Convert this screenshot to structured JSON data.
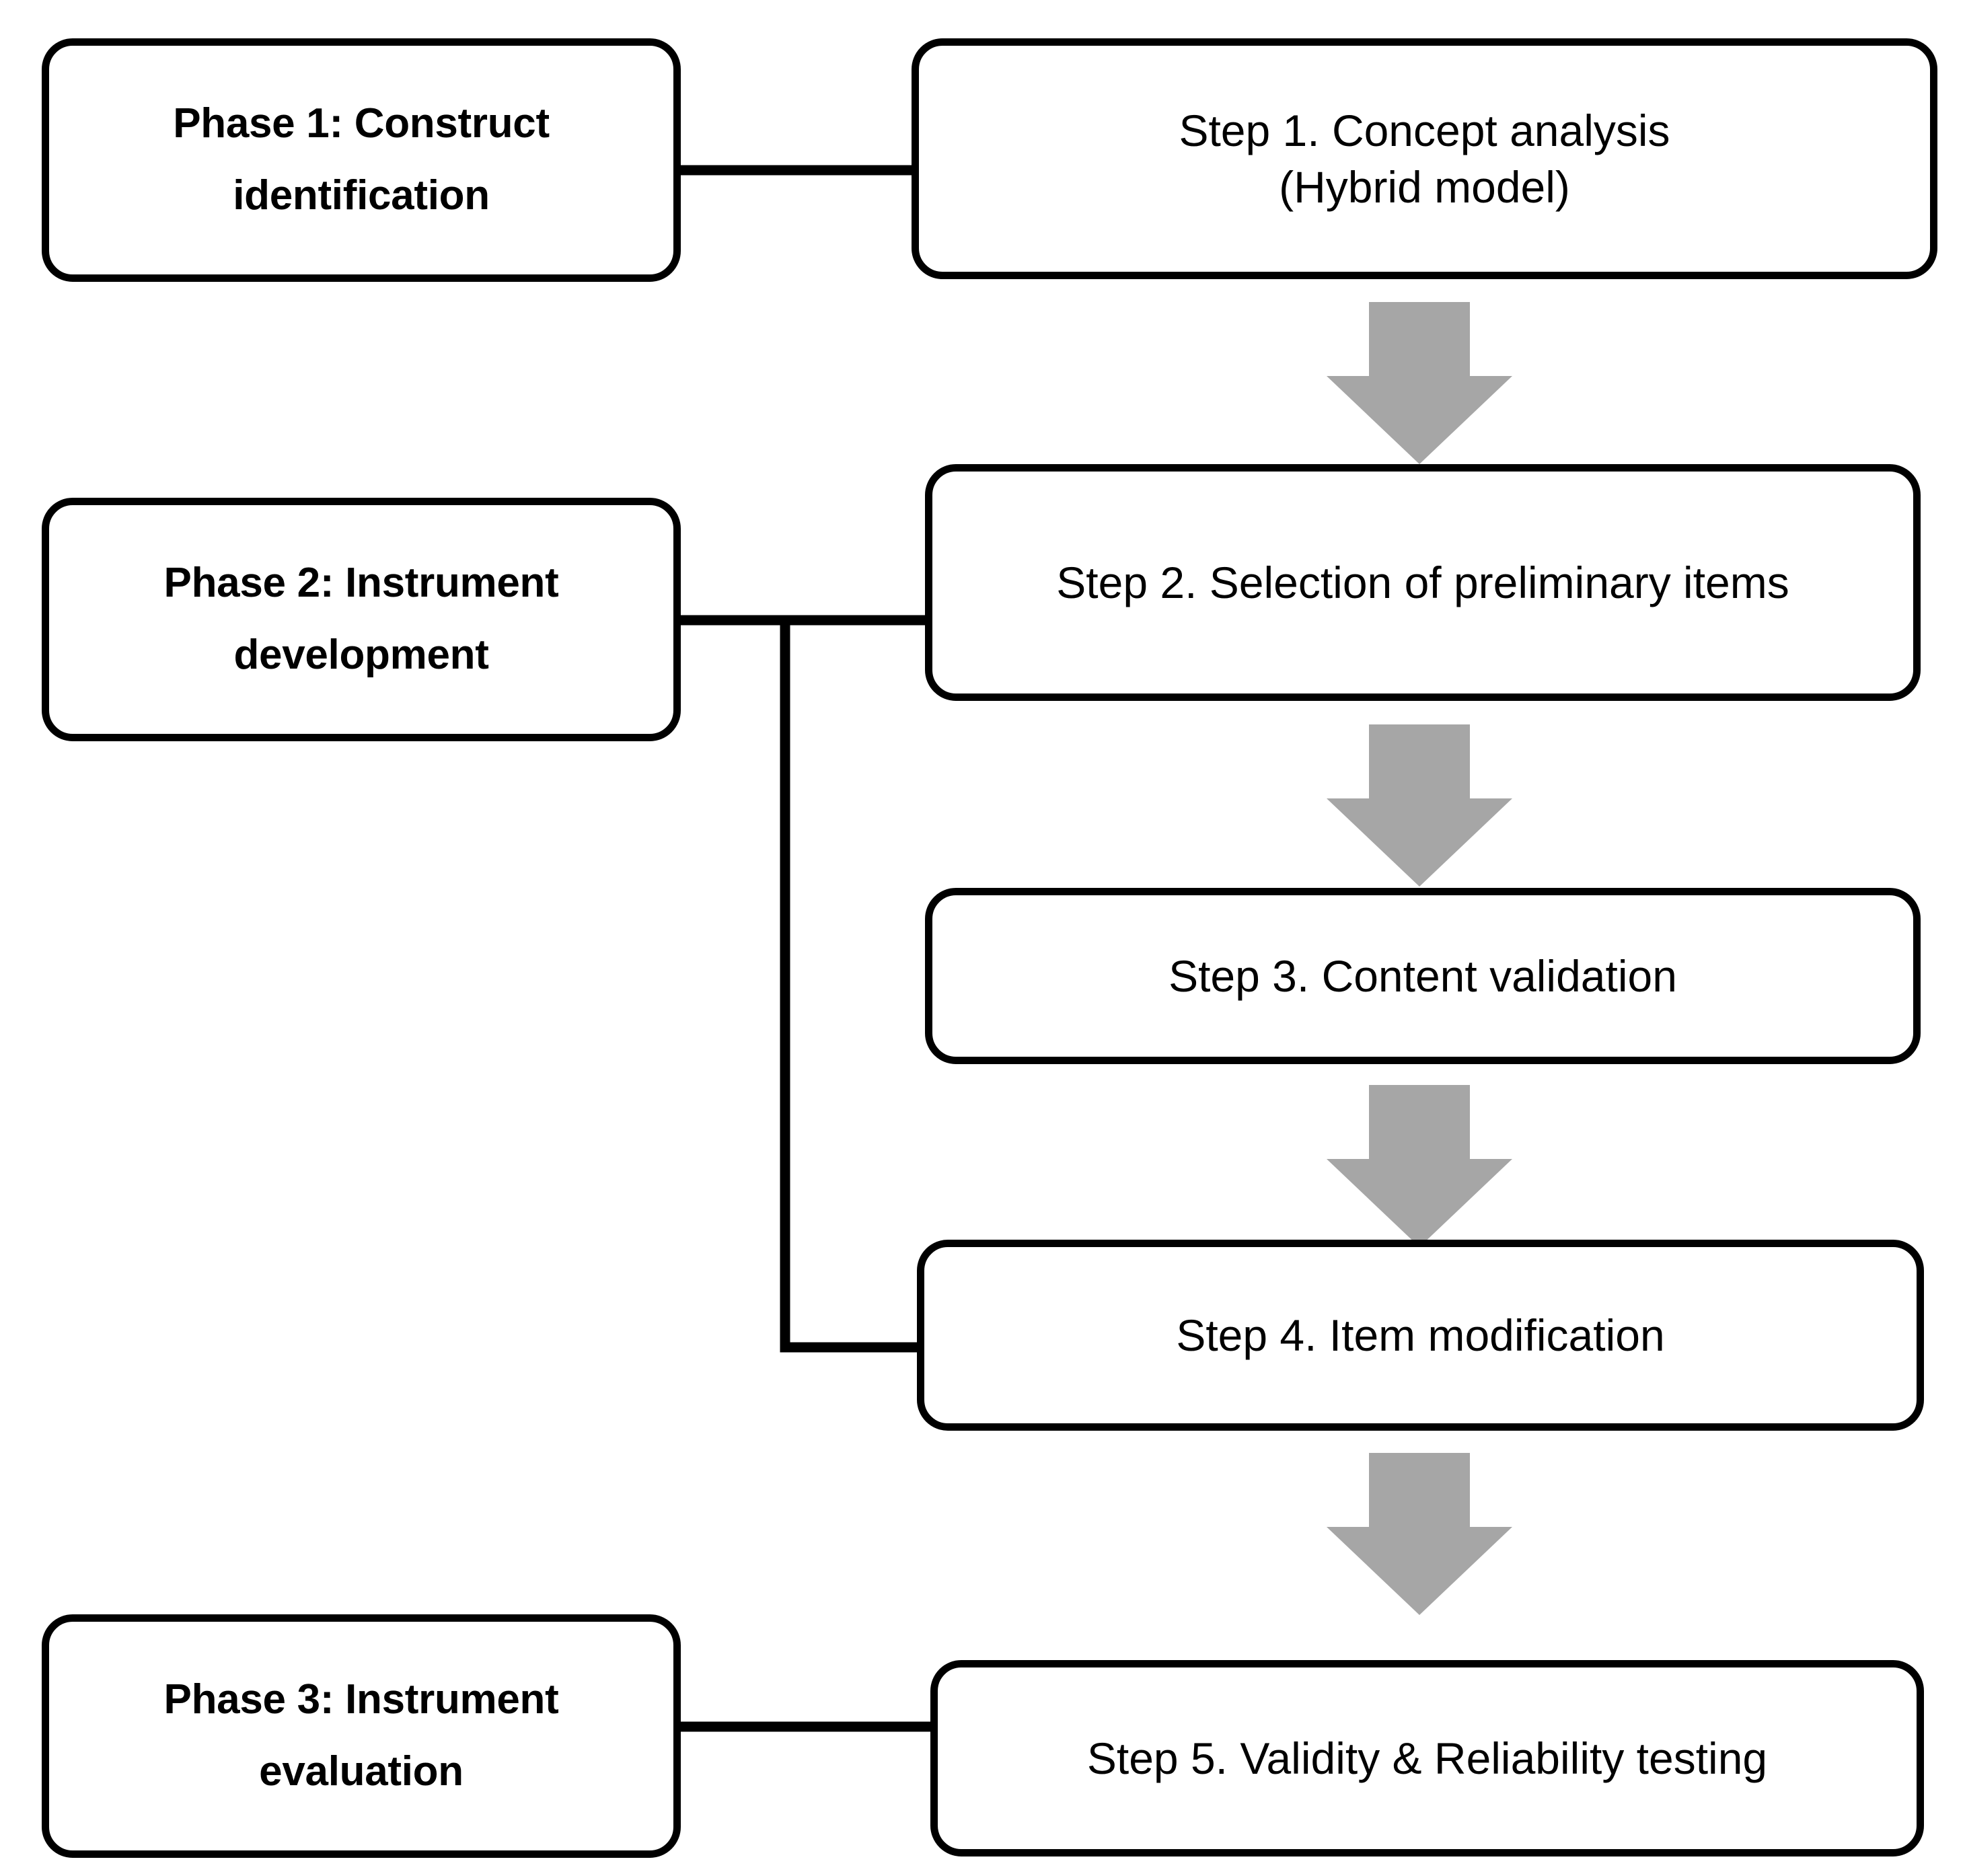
{
  "diagram": {
    "title": "Three-phase instrument development flowchart",
    "type": "flowchart",
    "colors": {
      "outline": "#000000",
      "arrow_fill": "#a6a6a6",
      "connector": "#000000",
      "background": "#ffffff",
      "text": "#000000"
    }
  },
  "phases": [
    {
      "id": "phase1",
      "label": "Phase 1: Construct\nidentification"
    },
    {
      "id": "phase2",
      "label": "Phase 2: Instrument\ndevelopment"
    },
    {
      "id": "phase3",
      "label": "Phase 3: Instrument\nevaluation"
    }
  ],
  "steps": [
    {
      "id": "step1",
      "label": "Step 1. Concept analysis\n(Hybrid model)"
    },
    {
      "id": "step2",
      "label": "Step 2. Selection of preliminary items"
    },
    {
      "id": "step3",
      "label": "Step 3. Content validation"
    },
    {
      "id": "step4",
      "label": "Step 4. Item modification"
    },
    {
      "id": "step5",
      "label": "Step 5. Validity & Reliability testing"
    }
  ],
  "connectors": [
    {
      "id": "phase1-to-step1",
      "kind": "line",
      "from": "phase1",
      "to": "step1"
    },
    {
      "id": "phase2-to-step2",
      "kind": "line",
      "from": "phase2",
      "to": "step2"
    },
    {
      "id": "phase2-to-step4",
      "kind": "elbow",
      "from": "phase2",
      "to": "step4"
    },
    {
      "id": "phase3-to-step5",
      "kind": "line",
      "from": "phase3",
      "to": "step5"
    }
  ],
  "arrows": [
    {
      "id": "arrow-step1-step2",
      "direction": "down",
      "from": "step1",
      "to": "step2"
    },
    {
      "id": "arrow-step2-step3",
      "direction": "down",
      "from": "step2",
      "to": "step3"
    },
    {
      "id": "arrow-step3-step4",
      "direction": "down",
      "from": "step3",
      "to": "step4"
    },
    {
      "id": "arrow-step4-step5",
      "direction": "down",
      "from": "step4",
      "to": "step5"
    }
  ]
}
